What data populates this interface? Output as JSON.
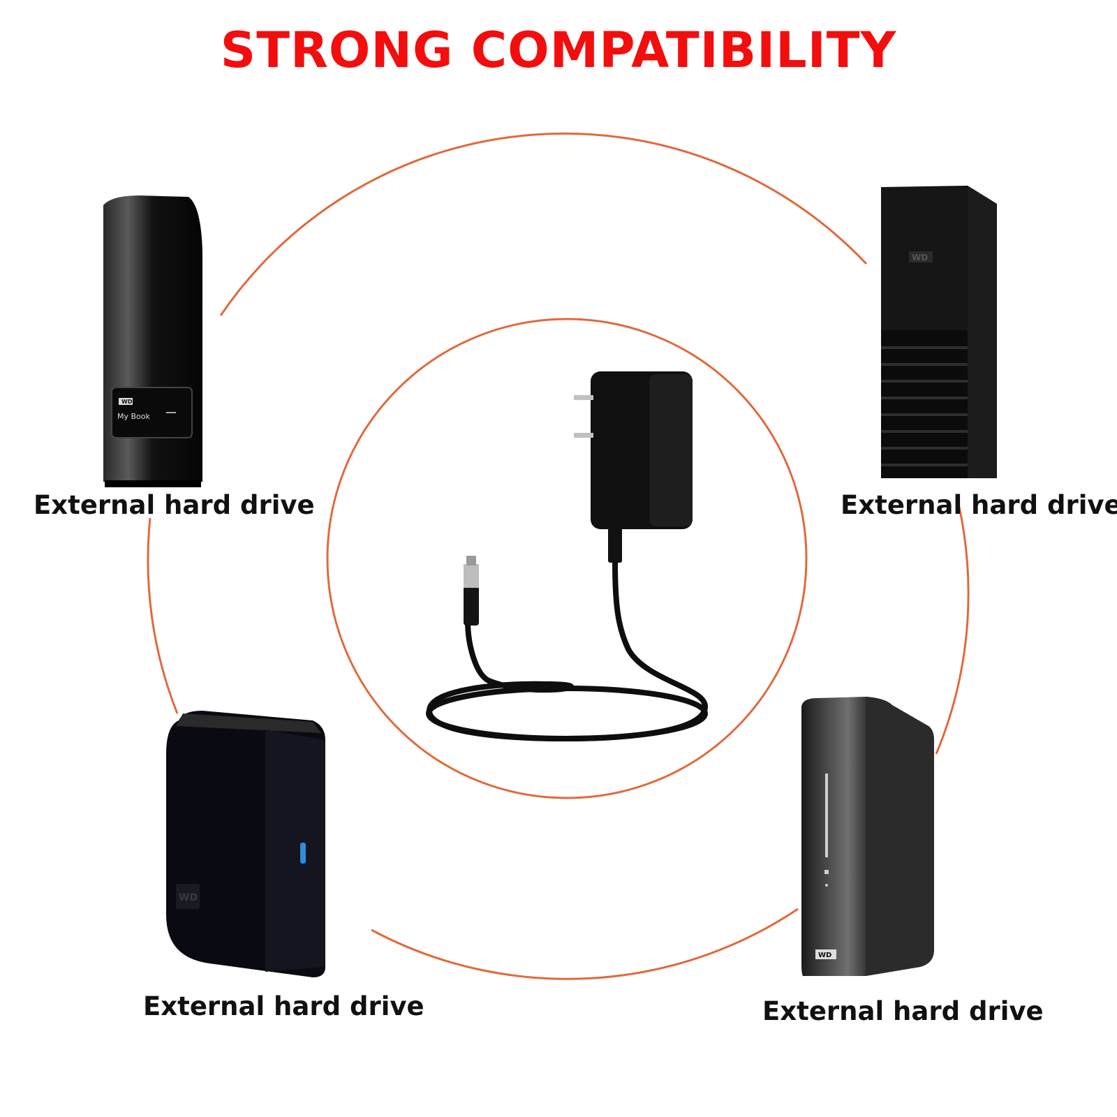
{
  "title": "STRONG COMPATIBILITY",
  "colors": {
    "title": "#f40d0d",
    "ring": "#e06a3e",
    "device": "#0c0c0c",
    "led": "#2f8be0"
  },
  "devices": [
    {
      "label": "External hard drive",
      "logo": "WD",
      "model": "My Book"
    },
    {
      "label": "External hard drive",
      "logo": "WD"
    },
    {
      "label": "External hard drive",
      "logo": "WD"
    },
    {
      "label": "External hard drive",
      "logo": "WD"
    }
  ],
  "center_product": "ac-adapter-with-dc-plug",
  "icons": [
    "wd-mybook-drive",
    "wd-mybook-tower",
    "wd-mybook-essential",
    "wd-mybook-elite",
    "power-adapter"
  ]
}
